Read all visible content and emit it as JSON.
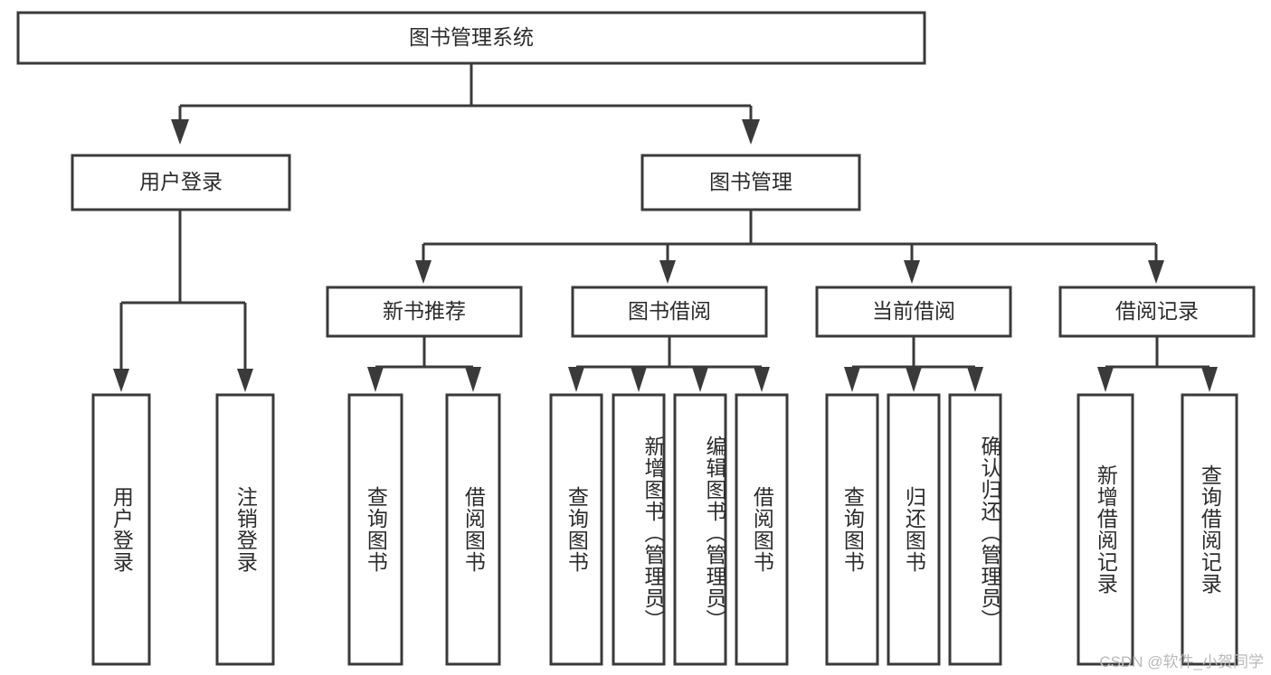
{
  "diagram": {
    "title": "图书管理系统",
    "watermark": "CSDN @软件_小贺同学",
    "colors": {
      "stroke": "#3a3a3a",
      "fill": "#ffffff",
      "text": "#2b2b2b",
      "watermark": "#b9b9b9",
      "background": "#ffffff"
    },
    "root": {
      "label": "图书管理系统",
      "orientation": "horizontal"
    },
    "level2": [
      {
        "label": "用户登录",
        "orientation": "horizontal"
      },
      {
        "label": "图书管理",
        "orientation": "horizontal"
      }
    ],
    "level3": [
      {
        "label": "新书推荐",
        "orientation": "horizontal"
      },
      {
        "label": "图书借阅",
        "orientation": "horizontal"
      },
      {
        "label": "当前借阅",
        "orientation": "horizontal"
      },
      {
        "label": "借阅记录",
        "orientation": "horizontal"
      }
    ],
    "leaves": {
      "user_login": [
        {
          "label": "用户登录",
          "orientation": "vertical"
        },
        {
          "label": "注销登录",
          "orientation": "vertical"
        }
      ],
      "new_book_recommend": [
        {
          "label": "查询图书",
          "orientation": "vertical"
        },
        {
          "label": "借阅图书",
          "orientation": "vertical"
        }
      ],
      "book_borrow": [
        {
          "label": "查询图书",
          "orientation": "vertical"
        },
        {
          "label": "新增图书（管理员）",
          "orientation": "vertical"
        },
        {
          "label": "编辑图书（管理员）",
          "orientation": "vertical"
        },
        {
          "label": "借阅图书",
          "orientation": "vertical"
        }
      ],
      "current_borrow": [
        {
          "label": "查询图书",
          "orientation": "vertical"
        },
        {
          "label": "归还图书",
          "orientation": "vertical"
        },
        {
          "label": "确认归还（管理员）",
          "orientation": "vertical"
        }
      ],
      "borrow_record": [
        {
          "label": "新增借阅记录",
          "orientation": "vertical"
        },
        {
          "label": "查询借阅记录",
          "orientation": "vertical"
        }
      ]
    }
  }
}
